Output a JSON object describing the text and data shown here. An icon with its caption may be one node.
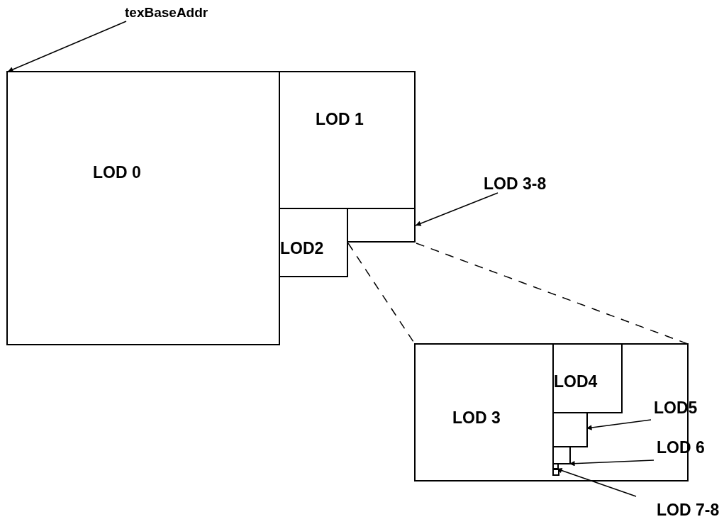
{
  "diagram": {
    "nodes": [
      {
        "text": [
          "texBaseAddr"
        ]
      },
      {
        "text": [
          "LOD 0"
        ]
      },
      {
        "text": [
          "LOD 1"
        ]
      },
      {
        "text": [
          "LOD2"
        ]
      },
      {
        "text": [],
        "shape": "box"
      },
      {
        "text": [
          "LOD 3-8"
        ]
      },
      {
        "text": [
          "LOD 3"
        ]
      },
      {
        "text": [
          "LOD4"
        ],
        "in": 6
      },
      {
        "text": [],
        "shape": "box",
        "in": 6
      },
      {
        "text": [],
        "shape": "box",
        "in": 6
      },
      {
        "text": [],
        "shape": "box",
        "in": 6
      },
      {
        "text": [
          "LOD5"
        ]
      },
      {
        "text": [
          "LOD 6"
        ]
      },
      {
        "text": [
          "LOD 7-8"
        ]
      }
    ],
    "edges": [
      {
        "from": 0,
        "to": 1,
        "arrow": "to"
      },
      {
        "from": 5,
        "to": 4,
        "arrow": "to"
      },
      {
        "from": 4,
        "to": 6,
        "arrow": "none",
        "style": "dashed"
      },
      {
        "from": 4,
        "to": 6,
        "arrow": "none",
        "style": "dashed"
      },
      {
        "from": 11,
        "to": 8,
        "arrow": "to"
      },
      {
        "from": 12,
        "to": 9,
        "arrow": "to"
      },
      {
        "from": 13,
        "to": 10,
        "arrow": "to"
      }
    ]
  }
}
